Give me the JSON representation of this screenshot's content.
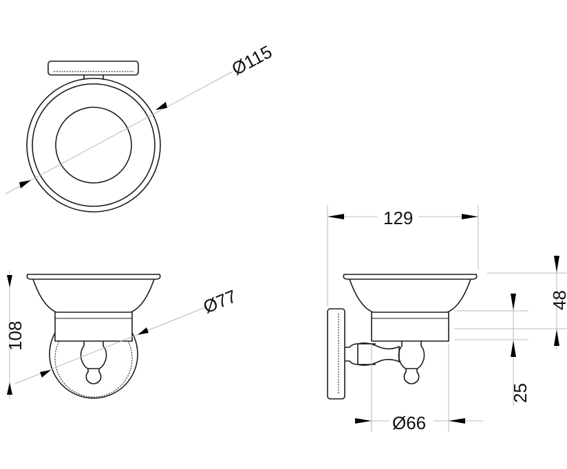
{
  "drawing": {
    "stroke_color": "#1a1a1a",
    "dimension_line_color": "#b8b8b8",
    "background": "#ffffff"
  },
  "dimensions": {
    "top_diameter": "Ø115",
    "height_total": "108",
    "cup_diameter": "Ø77",
    "projection": "129",
    "height_cup": "48",
    "height_lower": "25",
    "base_diameter": "Ø66"
  }
}
